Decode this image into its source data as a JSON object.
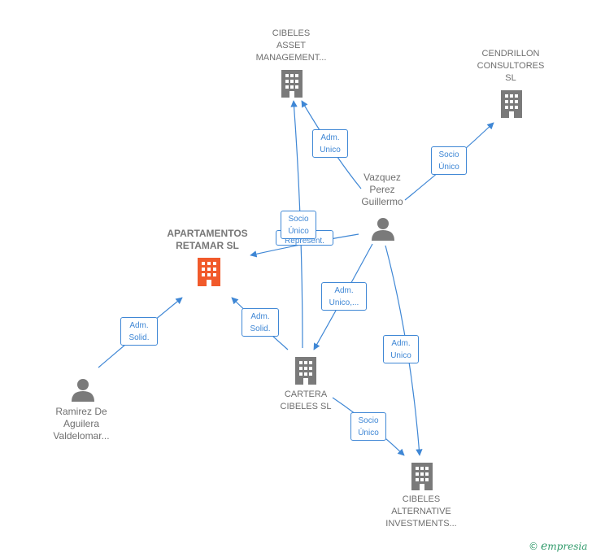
{
  "colors": {
    "edge": "#3f87d5",
    "node": "#7a7a7a",
    "main_node": "#f15a2b"
  },
  "nodes": {
    "cibeles_asset": {
      "label": "CIBELES\nASSET\nMANAGEMENT...",
      "icon": "building-icon"
    },
    "cendrillon": {
      "label": "CENDRILLON\nCONSULTORES\nSL",
      "icon": "building-icon"
    },
    "vazquez": {
      "label": "Vazquez\nPerez\nGuillermo",
      "icon": "person-icon"
    },
    "apartamentos": {
      "label": "APARTAMENTOS\nRETAMAR  SL",
      "icon": "building-icon"
    },
    "ramirez": {
      "label": "Ramirez De\nAguilera\nValdelomar...",
      "icon": "person-icon"
    },
    "cartera": {
      "label": "CARTERA\nCIBELES  SL",
      "icon": "building-icon"
    },
    "cibeles_alt": {
      "label": "CIBELES\nALTERNATIVE\nINVESTMENTS...",
      "icon": "building-icon"
    }
  },
  "edges": {
    "vazquez_cibeles_asset": "Adm.\nUnico",
    "vazquez_cendrillon": "Socio\nÚnico",
    "cartera_cibeles_asset": "Socio\nÚnico",
    "vazquez_apartamentos": "Represent.",
    "vazquez_cartera": "Adm.\nUnico,...",
    "cartera_apartamentos": "Adm.\nSolid.",
    "ramirez_apartamentos": "Adm.\nSolid.",
    "vazquez_cibeles_alt": "Adm.\nUnico",
    "cartera_cibeles_alt": "Socio\nÚnico"
  },
  "brand": {
    "symbol": "©",
    "name": "mpresia",
    "initial": "e"
  }
}
